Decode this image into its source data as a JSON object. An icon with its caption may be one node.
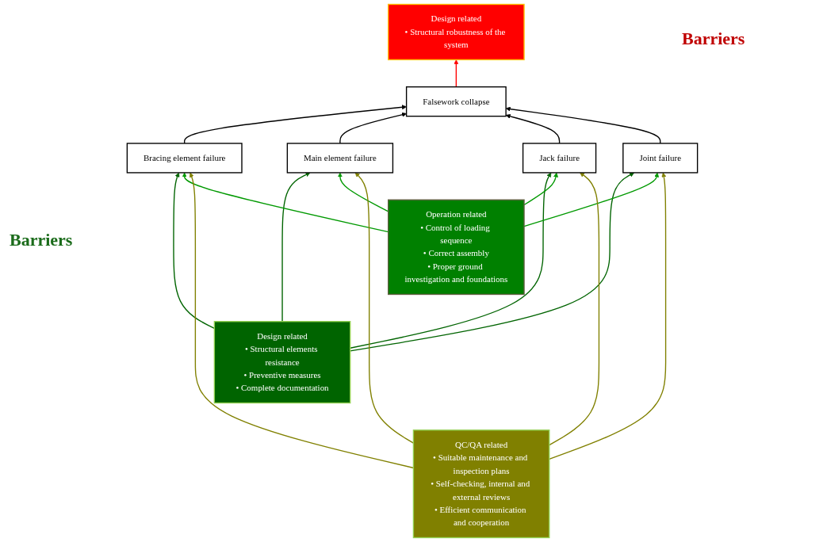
{
  "diagram": {
    "nodes": [
      {
        "text": [
          "Falsework collapse"
        ]
      },
      {
        "text": [
          "Bracing element failure"
        ]
      },
      {
        "text": [
          "Main element failure"
        ]
      },
      {
        "text": [
          "Jack failure"
        ]
      },
      {
        "text": [
          "Joint failure"
        ]
      },
      {
        "text": [
          "Design related",
          "• Structural robustness of the system"
        ]
      },
      {
        "text": [
          "Design related",
          "• Structural elements resistance",
          "• Preventive measures",
          "• Complete documentation"
        ]
      },
      {
        "text": [
          "Operation related",
          "• Control of loading sequence",
          "• Correct assembly",
          "• Proper ground investigation and foundations"
        ]
      },
      {
        "text": [
          "QC/QA related",
          "• Suitable maintenance and inspection plans",
          "• Self-checking, internal and external reviews",
          "• Efficient communication and cooperation"
        ]
      }
    ],
    "edges": [
      {
        "from": 1,
        "to": 0,
        "arrow": "to"
      },
      {
        "from": 2,
        "to": 0,
        "arrow": "to"
      },
      {
        "from": 3,
        "to": 0,
        "arrow": "to"
      },
      {
        "from": 4,
        "to": 0,
        "arrow": "to"
      },
      {
        "from": 0,
        "to": 5,
        "arrow": "to",
        "color": "#ff0000"
      },
      {
        "from": 6,
        "to": 1,
        "arrow": "to",
        "color": "#006400"
      },
      {
        "from": 6,
        "to": 2,
        "arrow": "to",
        "color": "#006400"
      },
      {
        "from": 6,
        "to": 3,
        "arrow": "to",
        "color": "#006400"
      },
      {
        "from": 6,
        "to": 4,
        "arrow": "to",
        "color": "#006400"
      },
      {
        "from": 7,
        "to": 1,
        "arrow": "to",
        "color": "#009900"
      },
      {
        "from": 7,
        "to": 2,
        "arrow": "to",
        "color": "#009900"
      },
      {
        "from": 7,
        "to": 3,
        "arrow": "to",
        "color": "#009900"
      },
      {
        "from": 7,
        "to": 4,
        "arrow": "to",
        "color": "#009900"
      },
      {
        "from": 8,
        "to": 1,
        "arrow": "to",
        "color": "#808000"
      },
      {
        "from": 8,
        "to": 2,
        "arrow": "to",
        "color": "#808000"
      },
      {
        "from": 8,
        "to": 3,
        "arrow": "to",
        "color": "#808000"
      },
      {
        "from": 8,
        "to": 4,
        "arrow": "to",
        "color": "#808000"
      }
    ],
    "labels": [
      "Barriers",
      "Barriers"
    ]
  }
}
